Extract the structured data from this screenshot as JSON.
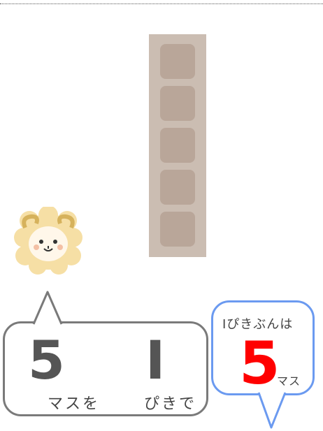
{
  "tower": {
    "cell_count": 5,
    "colors": {
      "frame": "#cbbdb2",
      "cell": "#b9a699"
    }
  },
  "character": {
    "icon": "sheep-icon"
  },
  "left_bubble": {
    "squares_value": "5",
    "squares_label": "マスを",
    "count_value": "I",
    "count_label": "ぴきで"
  },
  "right_bubble": {
    "heading": "Iぴきぶんは",
    "value": "5",
    "unit": "マス",
    "accent": "#ff0000",
    "border": "#6b9af0"
  }
}
